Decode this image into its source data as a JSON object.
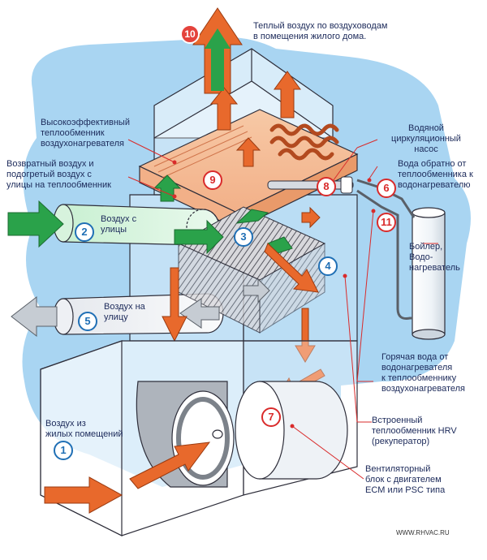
{
  "labels": {
    "warm_air_out": "Теплый воздух по воздуховодам\nв помещения жилого дома.",
    "water_pump": "Водяной\nциркуляционный\nнасос",
    "water_return": "Вода обратно от\nтеплообменника к\nводонагревателю",
    "air_coil": "Высокоэффективный\nтеплообменник\nвоздухонагревателя",
    "return_air_mixed": "Возвратный воздух и\nподогретый воздух с\nулицы на теплообменник",
    "outside_air_in": "Воздух с\nулицы",
    "exhaust_air": "Воздух на\nулицу",
    "room_air": "Воздух из\nжилых помещений",
    "boiler": "Бойлер,\nВодо-\nнагреватель",
    "hot_water": "Горячая вода от\nводонагревателя\nк теплообменнику\nвоздухонагревателя",
    "hrv_core": "Встроенный\nтеплообменник HRV\n(рекуператор)",
    "fan_unit": "Вентиляторный\nблок с двигателем\nECM или PSC типа",
    "website": "WWW.RHVAC.RU"
  },
  "badges": {
    "b1": "1",
    "b2": "2",
    "b3": "3",
    "b4": "4",
    "b5": "5",
    "b6": "6",
    "b7": "7",
    "b8": "8",
    "b9": "9",
    "b10": "10",
    "b11": "11"
  },
  "colors": {
    "sky": "#a9d5f2",
    "fresh_air": "#2aa24a",
    "warm_air": "#e8692c",
    "exhaust": "#b8c0c8",
    "leader": "#d92b2b",
    "outline": "#2e2e3a"
  }
}
